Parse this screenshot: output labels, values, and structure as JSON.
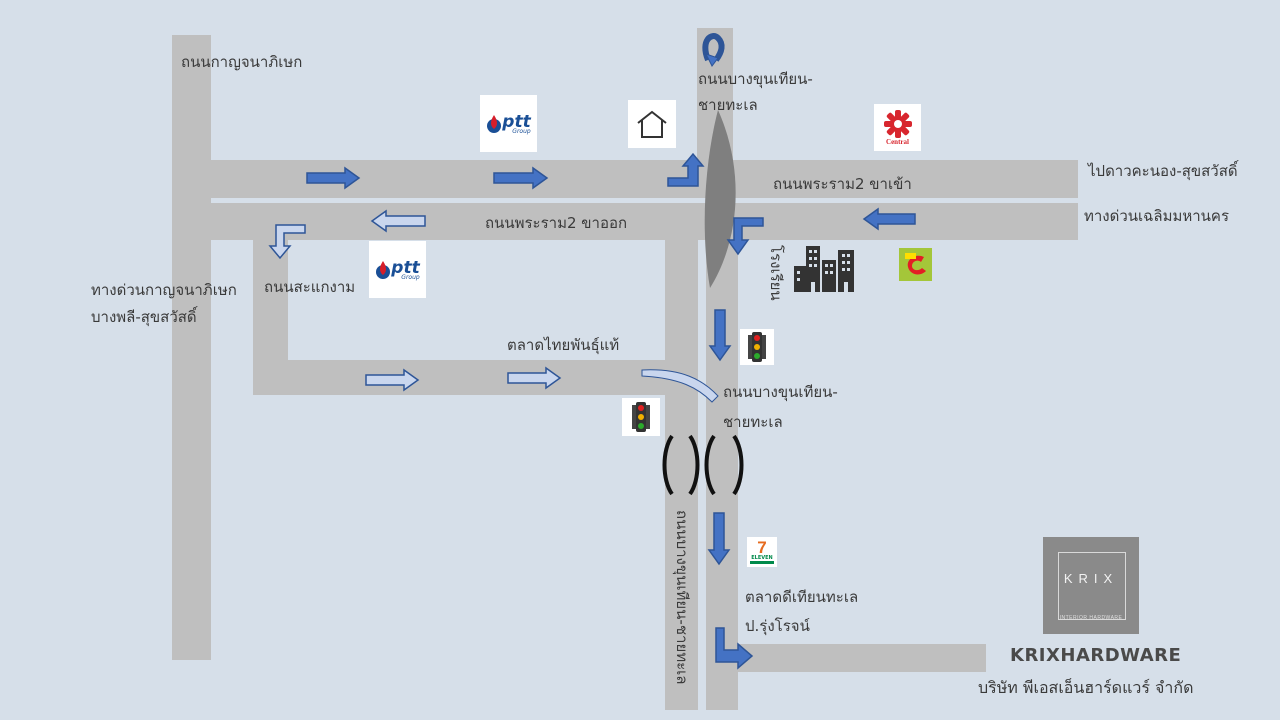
{
  "labels": {
    "kanchanaphisek_road": "ถนนกาญจนาภิเษก",
    "bangkhunthian_road_top_1": "ถนนบางขุนเทียน-",
    "bangkhunthian_road_top_2": "ชายทะเล",
    "rama2_inbound": "ถนนพระราม2 ขาเข้า",
    "rama2_outbound": "ถนนพระราม2 ขาออก",
    "to_daokanong": "ไปดาวคะนอง-สุขสวัสดิ์",
    "chaloem_expressway": "ทางด่วนเฉลิมมหานคร",
    "kanchanaphisek_exp_1": "ทางด่วนกาญจนาภิเษก",
    "kanchanaphisek_exp_2": "บางพลี-สุขสวัสดิ์",
    "sakaengam_road": "ถนนสะแกงาม",
    "thai_market": "ตลาดไทยพันธุ์แท้",
    "bangkhunthian_road_mid_1": "ถนนบางขุนเทียน-",
    "bangkhunthian_road_mid_2": "ชายทะเล",
    "rongruean_school": "โรงเรียน",
    "vertical_road": "ถนนบางขุนเทียน-ชายทะเล",
    "dee_market": "ตลาดดีเทียนทะเล",
    "rung_rot": "ป.รุ่งโรจน์"
  },
  "logos": {
    "ptt_text": "ptt",
    "ptt_sub": "Group",
    "central_text": "Central",
    "bigc_text": "Big C",
    "seven_text": "7",
    "seven_sub": "ELEVEN"
  },
  "branding": {
    "krix_word": "KRIX",
    "krix_sub": "INTERIOR HARDWARE",
    "brand_name": "KRIXHARDWARE",
    "company_name": "บริษัท พีเอสเอ็นฮาร์ดแวร์ จำกัด"
  },
  "colors": {
    "background": "#d6dfe9",
    "road": "#bfbfbf",
    "arrow_primary": "#4472c4",
    "arrow_light": "#c9d6ee"
  }
}
